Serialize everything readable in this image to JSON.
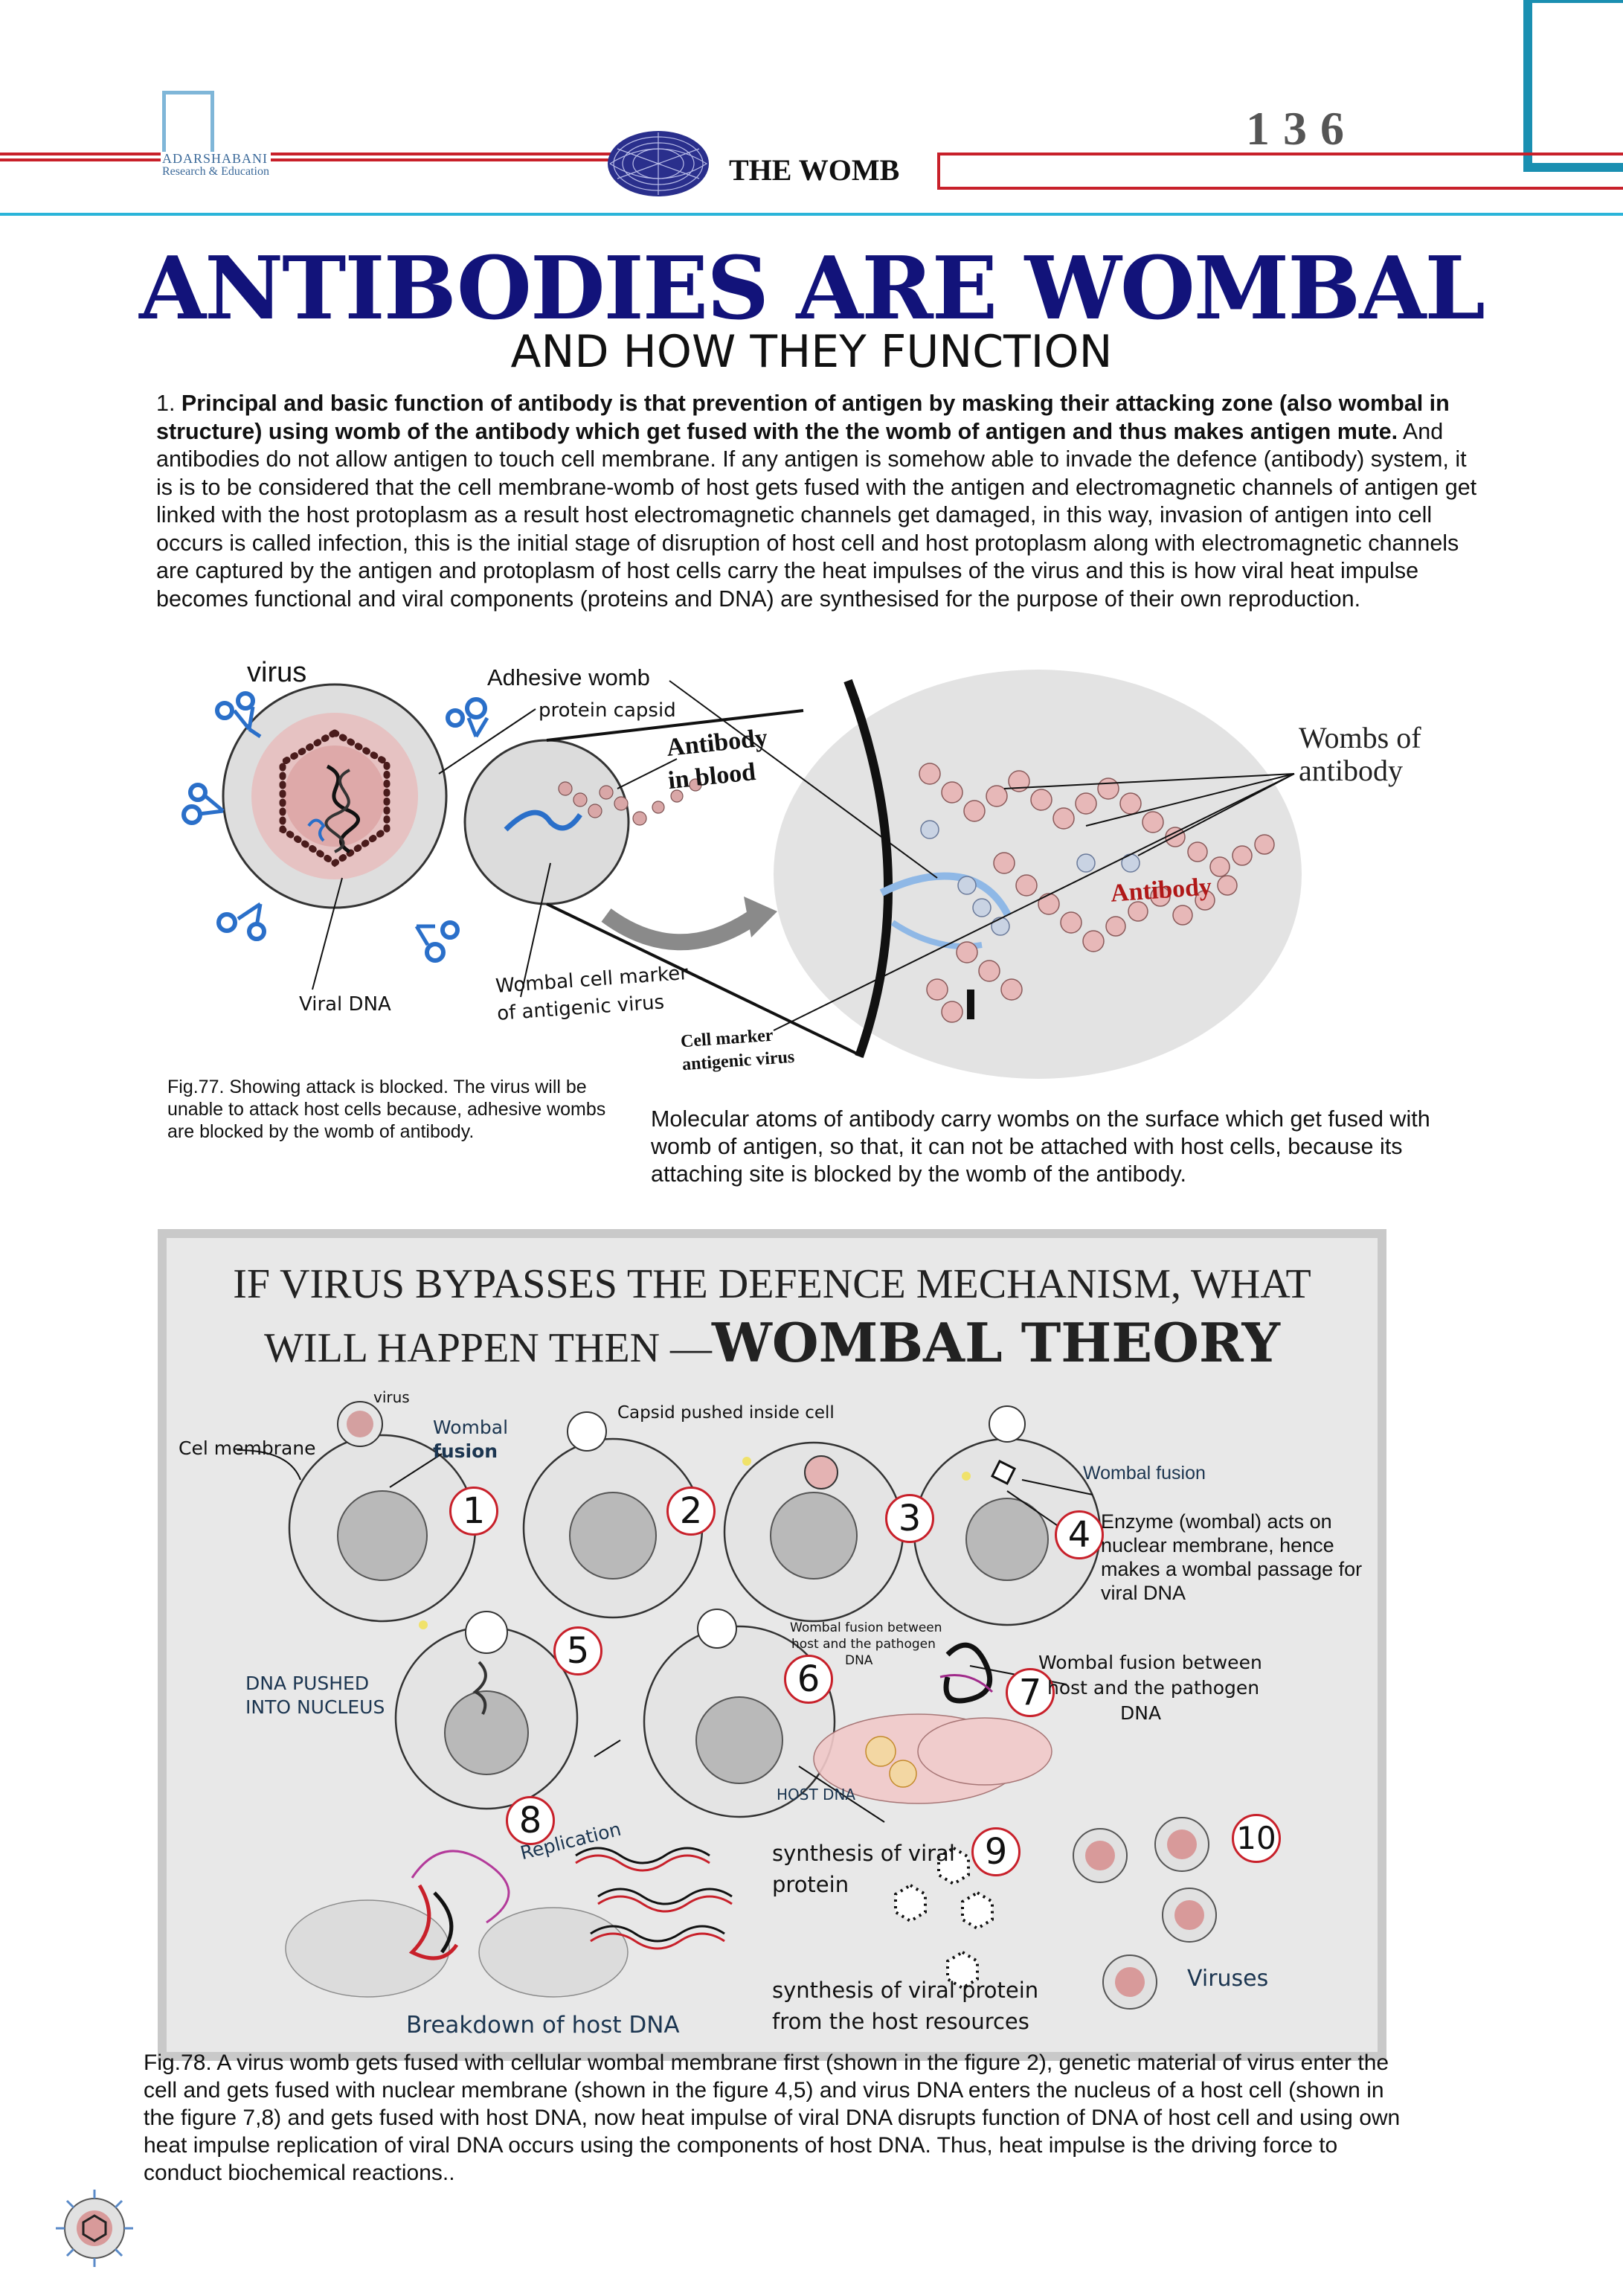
{
  "header": {
    "logo_line1": "ADARSHABANI",
    "logo_line2": "Research & Education",
    "section": "THE WOMB",
    "page_number": "136"
  },
  "title": "ANTIBODIES ARE WOMBAL",
  "subtitle": "AND HOW THEY FUNCTION",
  "paragraph": {
    "number": "1. ",
    "bold": "Principal and basic function of antibody is that prevention of antigen by masking their attacking zone (also wombal in structure) using womb of the antibody which get fused with the the womb of antigen and thus makes antigen mute.",
    "rest": " And antibodies do not allow antigen to touch cell membrane. If any antigen is somehow able to invade the defence (antibody) system, it is is to be considered that the cell membrane-womb of host gets fused with the antigen and electromagnetic channels of antigen get linked with the host protoplasm as a result host electromagnetic channels get damaged, in this way, invasion of antigen into cell occurs is called infection, this is the initial stage of disruption of host cell and host protoplasm along with electromagnetic channels are captured by the antigen and protoplasm of host cells carry the heat impulses of the virus and this is how viral heat impulse becomes functional and viral components (proteins and DNA) are synthesised for the purpose of their own reproduction."
  },
  "fig77": {
    "labels": {
      "virus": "virus",
      "adhesive_womb": "Adhesive womb",
      "protein_capsid": "protein capsid",
      "antibody_in_blood_1": "Antibody",
      "antibody_in_blood_2": "in blood",
      "wombs_of_antibody_1": "Wombs of",
      "wombs_of_antibody_2": "antibody",
      "antibody": "Antibody",
      "viral_dna": "Viral DNA",
      "wombal_cell_marker_1": "Wombal cell marker",
      "wombal_cell_marker_2": "of antigenic virus",
      "cell_marker_1": "Cell marker",
      "cell_marker_2": "antigenic virus"
    },
    "caption": "Fig.77. Showing attack is blocked. The virus will be unable to attack host cells because, adhesive wombs are blocked by the womb of antibody.",
    "side_caption": "Molecular atoms of antibody carry wombs on the surface which get fused with womb of antigen, so that, it can not be attached with host cells, because its attaching site is blocked by the womb of the antibody."
  },
  "panel": {
    "title_line1": "IF VIRUS BYPASSES THE DEFENCE MECHANISM, WHAT",
    "title_line2_plain": "WILL HAPPEN THEN —",
    "title_line2_bold": "WOMBAL THEORY",
    "labels": {
      "virus": "virus",
      "cel_membrane": "Cel membrane",
      "wombal": "Wombal",
      "fusion": "fusion",
      "capsid_pushed": "Capsid pushed inside cell",
      "wombal_fusion": "Wombal fusion",
      "enzyme_1": "Enzyme (wombal) acts on",
      "enzyme_2": "nuclear membrane, hence",
      "enzyme_3": "makes a wombal passage for",
      "enzyme_4": "viral DNA",
      "dna_pushed_1": "DNA PUSHED",
      "dna_pushed_2": "INTO NUCLEUS",
      "wombal_fusion_small_1": "Wombal fusion between",
      "wombal_fusion_small_2": "host and the pathogen",
      "wombal_fusion_small_3": "DNA",
      "wombal_fusion_big_1": "Wombal fusion between",
      "wombal_fusion_big_2": "host and the pathogen",
      "wombal_fusion_big_3": "DNA",
      "host_dna": "HOST DNA",
      "replication": "Replication",
      "synth_protein_1": "synthesis of viral",
      "synth_protein_2": "protein",
      "synth_host_1": "synthesis of viral protein",
      "synth_host_2": "from the host resources",
      "viruses": "Viruses",
      "breakdown": "Breakdown of host DNA"
    },
    "steps": [
      "1",
      "2",
      "3",
      "4",
      "5",
      "6",
      "7",
      "8",
      "9",
      "10"
    ]
  },
  "fig78_caption": "Fig.78. A virus womb gets fused with cellular wombal membrane first (shown in the figure 2), genetic material of virus enter the cell and gets fused with nuclear membrane (shown in the figure 4,5) and virus DNA enters the nucleus of a host cell (shown in the figure 7,8) and gets fused with host DNA, now heat impulse of viral DNA disrupts function of DNA of host cell and using own heat impulse replication of viral DNA occurs using the components of host DNA. Thus, heat impulse is the driving force to conduct biochemical reactions..",
  "colors": {
    "title": "#12137a",
    "accent_red": "#c8202a",
    "accent_blue": "#2ab4d9",
    "antibody_red": "#b01818"
  }
}
